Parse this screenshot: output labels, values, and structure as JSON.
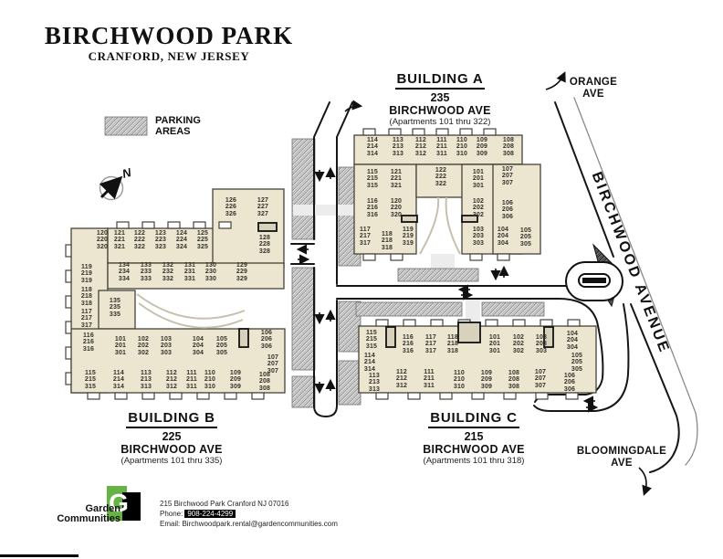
{
  "title": {
    "name": "BIRCHWOOD PARK",
    "location": "CRANFORD, NEW JERSEY"
  },
  "legend": {
    "label": "PARKING\nAREAS"
  },
  "compass": {
    "label": "N"
  },
  "streets": {
    "orange": "ORANGE\nAVE",
    "birchwood_avenue": "BIRCHWOOD AVENUE",
    "bloomingdale": "BLOOMINGDALE\nAVE"
  },
  "buildings": {
    "a": {
      "label": "BUILDING A",
      "number": "235",
      "street": "BIRCHWOOD AVE",
      "apartments": "(Apartments 101 thru 322)"
    },
    "b": {
      "label": "BUILDING B",
      "number": "225",
      "street": "BIRCHWOOD AVE",
      "apartments": "(Apartments 101 thru 335)"
    },
    "c": {
      "label": "BUILDING C",
      "number": "215",
      "street": "BIRCHWOOD AVE",
      "apartments": "(Apartments 101 thru 318)"
    }
  },
  "units": {
    "a": {
      "u101": "101\n201\n301",
      "u102": "102\n202\n302",
      "u103": "103\n203\n303",
      "u104": "104\n204\n304",
      "u105": "105\n205\n305",
      "u106": "106\n206\n306",
      "u107": "107\n207\n307",
      "u108": "108\n208\n308",
      "u109": "109\n209\n309",
      "u110": "110\n210\n310",
      "u111": "111\n211\n311",
      "u112": "112\n212\n312",
      "u113": "113\n213\n313",
      "u114": "114\n214\n314",
      "u115": "115\n215\n315",
      "u116": "116\n216\n316",
      "u117": "117\n217\n317",
      "u118": "118\n218\n318",
      "u119": "119\n219\n319",
      "u120": "120\n220\n320",
      "u121": "121\n221\n321",
      "u122": "122\n222\n322"
    },
    "b": {
      "u101": "101\n201\n301",
      "u102": "102\n202\n302",
      "u103": "103\n203\n303",
      "u104": "104\n204\n304",
      "u105": "105\n205\n305",
      "u106": "106\n206\n306",
      "u107": "107\n207\n307",
      "u108": "108\n208\n308",
      "u109": "109\n209\n309",
      "u110": "110\n210\n310",
      "u111": "111\n211\n311",
      "u112": "112\n212\n312",
      "u113": "113\n213\n313",
      "u114": "114\n214\n314",
      "u115": "115\n215\n315",
      "u116": "116\n216\n316",
      "u117": "117\n217\n317",
      "u118": "118\n218\n318",
      "u119": "119\n219\n319",
      "u120": "120\n220\n320",
      "u121": "121\n221\n321",
      "u122": "122\n222\n322",
      "u123": "123\n223\n323",
      "u124": "124\n224\n324",
      "u125": "125\n225\n325",
      "u126": "126\n226\n326",
      "u127": "127\n227\n327",
      "u128": "128\n228\n328",
      "u129": "129\n229\n329",
      "u130": "130\n230\n330",
      "u131": "131\n231\n331",
      "u132": "132\n232\n332",
      "u133": "133\n233\n333",
      "u134": "134\n234\n334",
      "u135": "135\n235\n335"
    },
    "c": {
      "u101": "101\n201\n301",
      "u102": "102\n202\n302",
      "u103": "103\n203\n303",
      "u104": "104\n204\n304",
      "u105": "105\n205\n305",
      "u106": "106\n206\n306",
      "u107": "107\n207\n307",
      "u108": "108\n208\n308",
      "u109": "109\n209\n309",
      "u110": "110\n210\n310",
      "u111": "111\n211\n311",
      "u112": "112\n212\n312",
      "u113": "113\n213\n313",
      "u114": "114\n214\n314",
      "u115": "115\n215\n315",
      "u116": "116\n216\n316",
      "u117": "117\n217\n317",
      "u118": "118\n218\n318"
    }
  },
  "footer": {
    "logo_letter": "G",
    "brand": "Garden\nCommunities",
    "address": "215 Birchwood Park Cranford NJ 07016",
    "phone_label": "Phone:",
    "phone": "908-224-4299",
    "email_label": "Email:",
    "email": "Birchwoodpark.rental@gardencommunities.com"
  },
  "colors": {
    "building_fill": "#ece5cf",
    "parking_gray": "#909090",
    "logo_green": "#66b245",
    "ink": "#111111"
  }
}
